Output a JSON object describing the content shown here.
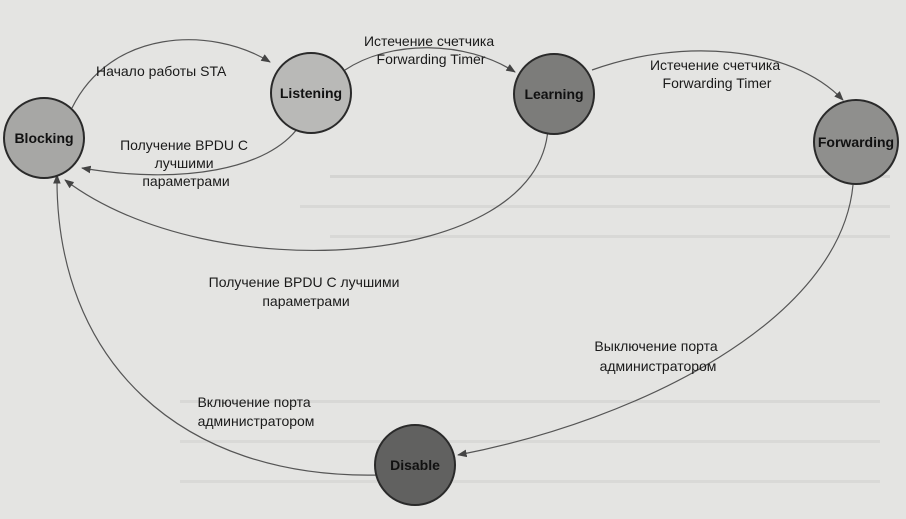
{
  "colors": {
    "background": "#e4e4e2",
    "blocking": "#a7a7a5",
    "listening": "#b9b9b7",
    "learning": "#7c7c7a",
    "forwarding": "#8f8f8d",
    "disable": "#616160",
    "stroke": "#2a2a2a",
    "arc": "#555555"
  },
  "states": {
    "blocking": "Blocking",
    "listening": "Listening",
    "learning": "Learning",
    "forwarding": "Forwarding",
    "disable": "Disable"
  },
  "transitions": {
    "start_sta": "Начало работы STA",
    "fwd_timer_1": [
      "Истечение счетчика",
      "Forwarding Timer"
    ],
    "fwd_timer_2": [
      "Истечение счетчика",
      "Forwarding Timer"
    ],
    "better_bpdu_1": [
      "Получение BPDU C",
      "лучшими",
      "параметрами"
    ],
    "better_bpdu_2": [
      "Получение BPDU C лучшими",
      "параметрами"
    ],
    "port_off": [
      "Выключение порта",
      "администратором"
    ],
    "port_on": [
      "Включение порта",
      "администратором"
    ]
  }
}
